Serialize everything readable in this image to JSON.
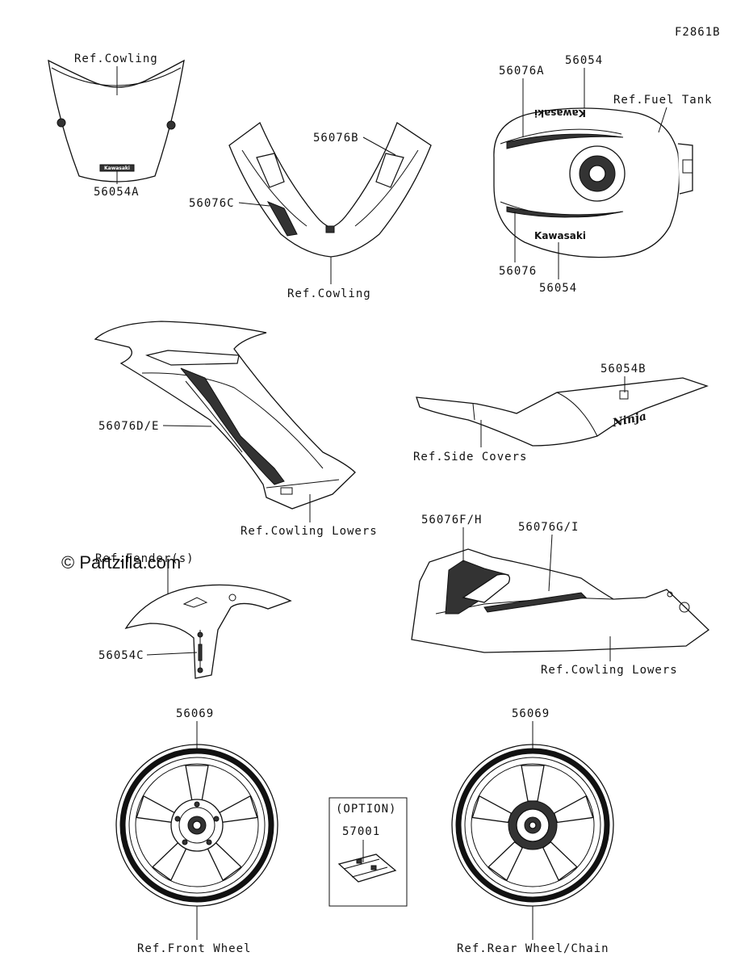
{
  "diagram": {
    "code": "F2861B",
    "watermark": "© Partzilla.com",
    "labels": {
      "ref_cowling_top": "Ref.Cowling",
      "p56054A": "56054A",
      "p56076B": "56076B",
      "p56076C": "56076C",
      "ref_cowling_mid": "Ref.Cowling",
      "p56076A": "56076A",
      "p56054_top": "56054",
      "ref_fuel_tank": "Ref.Fuel Tank",
      "p56076": "56076",
      "p56054_bottom": "56054",
      "p56076DE": "56076D/E",
      "ref_cowling_lowers_left": "Ref.Cowling Lowers",
      "p56054B": "56054B",
      "ref_side_covers": "Ref.Side Covers",
      "ref_fenders": "Ref.Fender(s)",
      "p56054C": "56054C",
      "p56076FH": "56076F/H",
      "p56076GI": "56076G/I",
      "ref_cowling_lowers_right": "Ref.Cowling Lowers",
      "p56069_left": "56069",
      "p56069_right": "56069",
      "option": "(OPTION)",
      "p57001": "57001",
      "ref_front_wheel": "Ref.Front Wheel",
      "ref_rear_wheel": "Ref.Rear Wheel/Chain"
    },
    "decal_text": {
      "kawasaki": "Kawasaki",
      "ninja": "Ninja"
    }
  }
}
